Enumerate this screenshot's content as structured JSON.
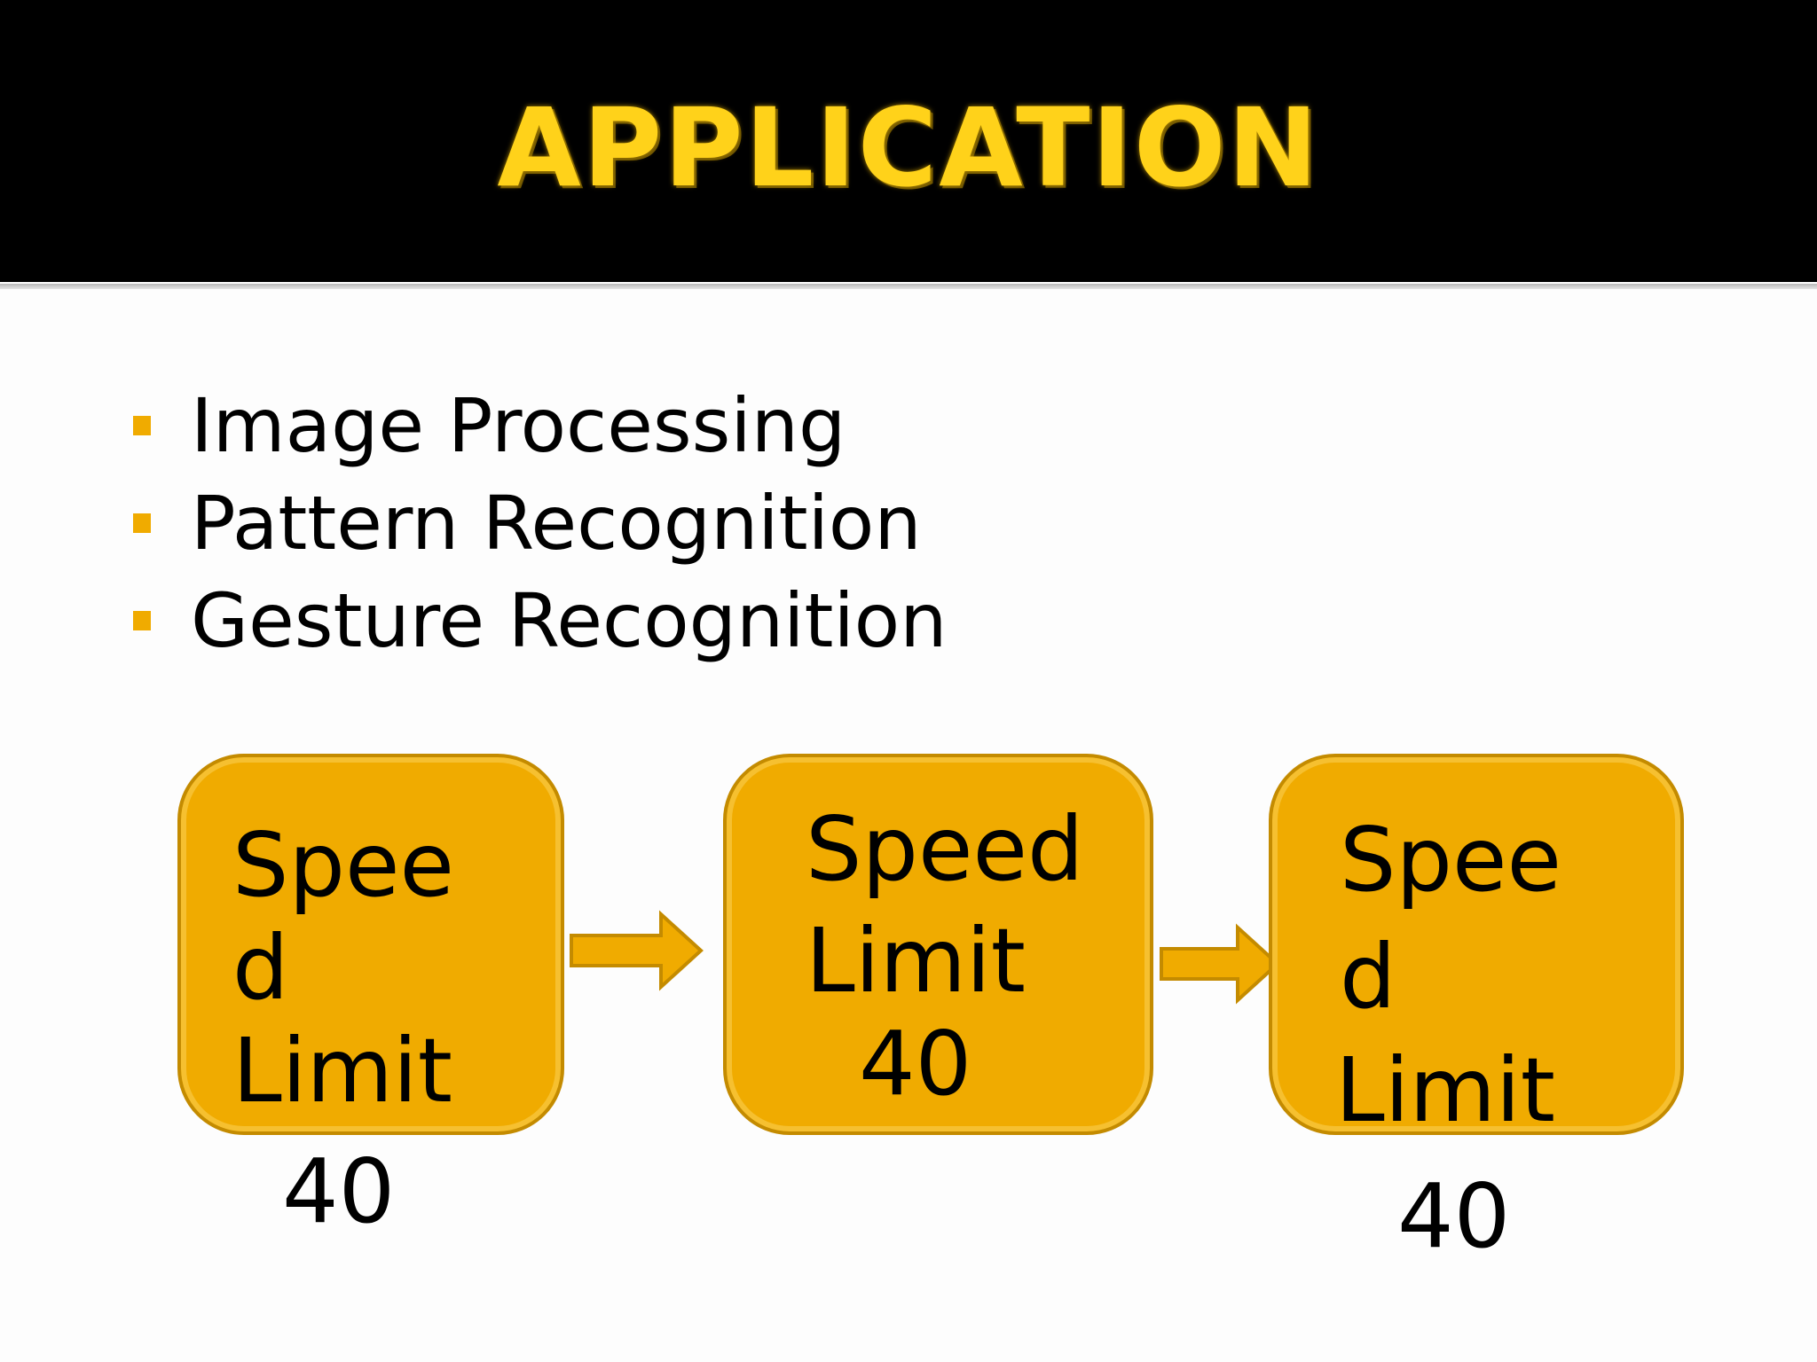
{
  "slide": {
    "title": "APPLICATION",
    "bullets": [
      "Image Processing",
      "Pattern Recognition",
      "Gesture Recognition"
    ]
  },
  "flow": {
    "boxes": [
      {
        "lines": [
          "Spee",
          "d",
          "Limit",
          "40"
        ]
      },
      {
        "lines": [
          "Speed",
          "Limit",
          "40"
        ]
      },
      {
        "lines": [
          "Spee",
          "d",
          "Limit",
          "40"
        ]
      }
    ],
    "box_color": "#f0ab00",
    "accent_color": "#ffd21a"
  }
}
